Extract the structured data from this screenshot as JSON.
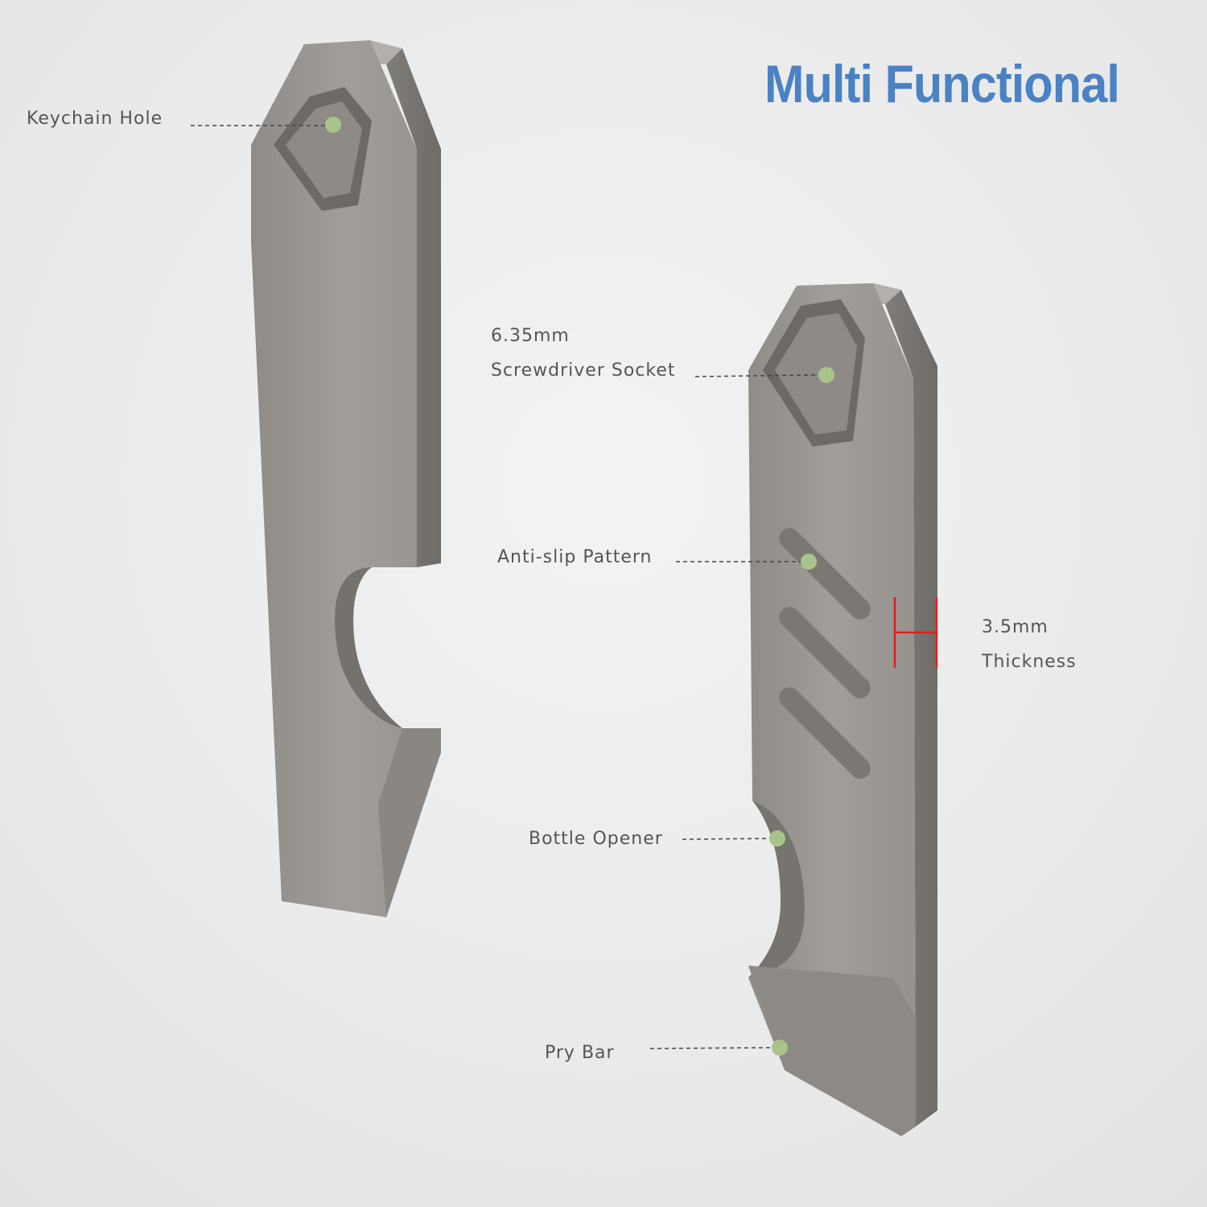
{
  "title": "Multi Functional",
  "labels": {
    "keychain_hole": "Keychain Hole",
    "socket_size": "6.35mm",
    "socket_name": "Screwdriver Socket",
    "anti_slip": "Anti-slip Pattern",
    "thickness_value": "3.5mm",
    "thickness_name": "Thickness",
    "bottle_opener": "Bottle Opener",
    "pry_bar": "Pry Bar"
  },
  "colors": {
    "title": "#4a82c4",
    "marker_dot": "#a9c48b",
    "dimension_marker": "#e02020",
    "tool_metal": "#9c9995"
  }
}
